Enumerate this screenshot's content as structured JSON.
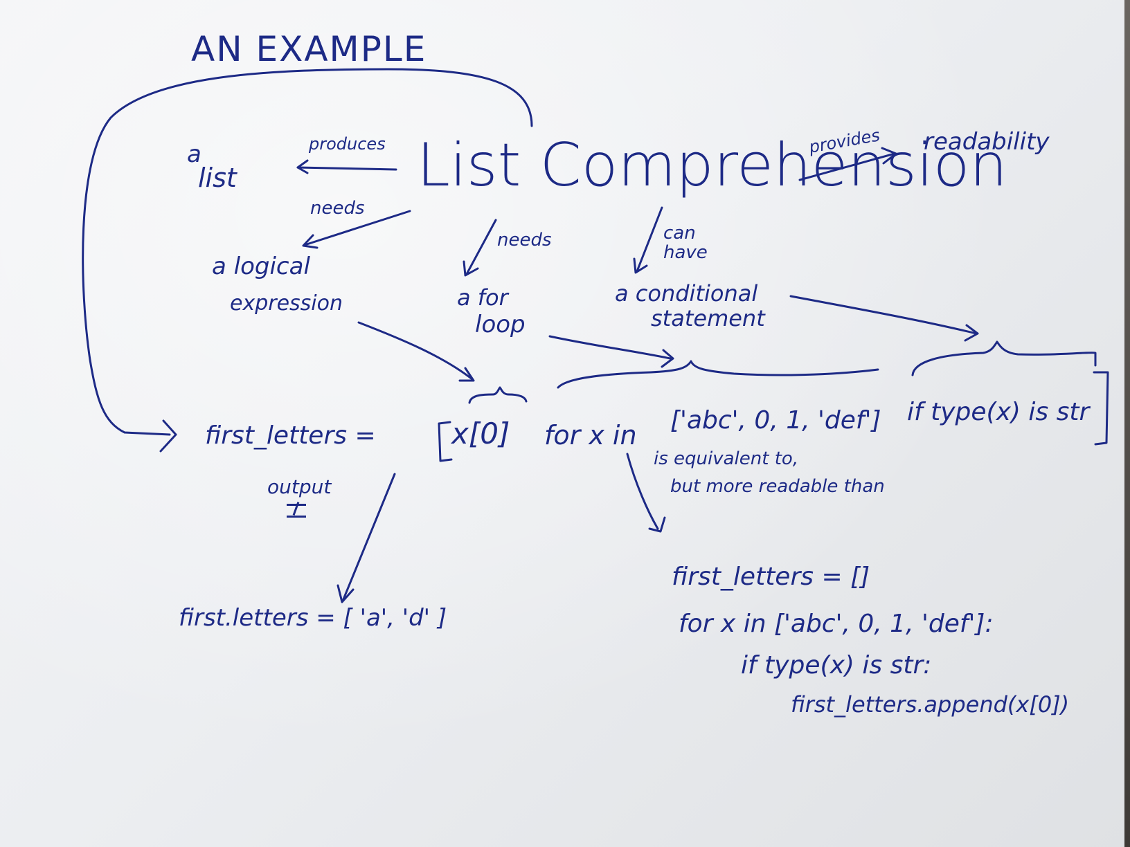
{
  "title": "AN EXAMPLE",
  "nodes": {
    "center": "List Comprehension",
    "list_a": "a",
    "list_b": "list",
    "readability": "readability",
    "logical_a": "a logical",
    "logical_b": "expression",
    "forloop_a": "a for",
    "forloop_b": "loop",
    "cond_a": "a conditional",
    "cond_b": "statement"
  },
  "edges": {
    "produces": "produces",
    "provides": "provides",
    "needs_left": "needs",
    "needs_mid": "needs",
    "can_have_a": "can",
    "can_have_b": "have",
    "output": "output",
    "equivalent_a": "is equivalent to,",
    "equivalent_b": "but more readable than"
  },
  "code": {
    "lhs": "first_letters =",
    "comp_open": "[",
    "expr": "x[0]",
    "for_part": "for x in",
    "iterable": "['abc', 0, 1, 'def']",
    "cond": "if type(x) is str",
    "comp_close": "]",
    "result": "first.letters = [ 'a', 'd' ]",
    "loop_lines": [
      "first_letters = []",
      "for x in ['abc', 0, 1, 'def']:",
      "if type(x) is str:",
      "first_letters.append(x[0])"
    ]
  },
  "colors": {
    "ink": "#1d2a86",
    "paper": "#eef0f2"
  }
}
